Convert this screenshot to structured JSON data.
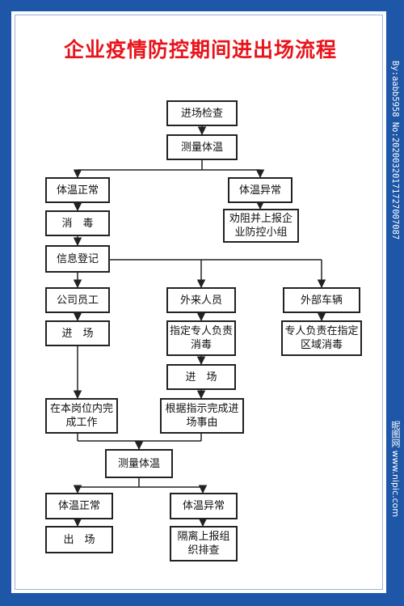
{
  "title": "企业疫情防控期间进出场流程",
  "colors": {
    "border": "#1f57a8",
    "title": "#e8141b",
    "box_border": "#222222",
    "line": "#222222"
  },
  "steps": {
    "entry_check": "进场检查",
    "measure_temp_1": "测量体温",
    "temp_normal_1": "体温正常",
    "temp_abnormal_1": "体温异常",
    "disinfect": "消　毒",
    "dissuade_report": "劝阻并上报企业防控小组",
    "info_register": "信息登记",
    "staff": "公司员工",
    "visitors": "外来人员",
    "vehicles": "外部车辆",
    "enter_staff": "进　场",
    "assign_person": "指定专人负责消毒",
    "vehicle_disinfect": "专人负责在指定区域消毒",
    "enter_visitor": "进　场",
    "work_at_post": "在本岗位内完成工作",
    "finish_by_instruction": "根据指示完成进场事由",
    "measure_temp_2": "测量体温",
    "temp_normal_2": "体温正常",
    "temp_abnormal_2": "体温异常",
    "exit": "出　场",
    "isolate_report": "隔离上报组织排查"
  },
  "watermark": {
    "id_text": "By:aabb5958 No:20200320171727007087",
    "site_text": "昵图网 www.nipic.com"
  }
}
